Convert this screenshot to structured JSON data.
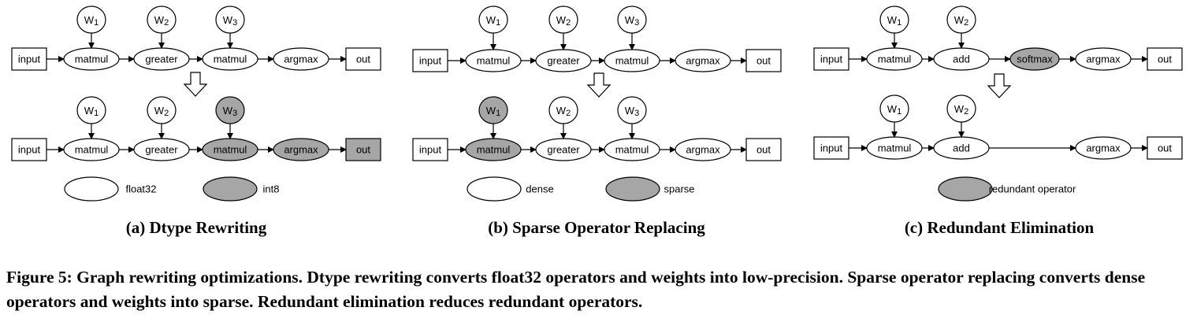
{
  "colors": {
    "white": "#ffffff",
    "gray": "#a6a6a6",
    "stroke": "#000000"
  },
  "panels": [
    {
      "caption": "(a) Dtype Rewriting",
      "top": {
        "weights": [
          "W1",
          "W2",
          "W3"
        ],
        "input": "input",
        "ops": [
          "matmul",
          "greater",
          "matmul",
          "argmax"
        ],
        "output": "out"
      },
      "bottom": {
        "weights": [
          "W1",
          "W2",
          "W3"
        ],
        "input": "input",
        "ops": [
          "matmul",
          "greater",
          "matmul",
          "argmax"
        ],
        "output": "out"
      },
      "legend": [
        "float32",
        "int8"
      ]
    },
    {
      "caption": "(b) Sparse Operator Replacing",
      "top": {
        "weights": [
          "W1",
          "W2",
          "W3"
        ],
        "input": "input",
        "ops": [
          "matmul",
          "greater",
          "matmul",
          "argmax"
        ],
        "output": "out"
      },
      "bottom": {
        "weights": [
          "W1",
          "W2",
          "W3"
        ],
        "input": "input",
        "ops": [
          "matmul",
          "greater",
          "matmul",
          "argmax"
        ],
        "output": "out"
      },
      "legend": [
        "dense",
        "sparse"
      ]
    },
    {
      "caption": "(c) Redundant Elimination",
      "top": {
        "weights": [
          "W1",
          "W2"
        ],
        "input": "input",
        "ops": [
          "matmul",
          "add",
          "softmax",
          "argmax"
        ],
        "output": "out"
      },
      "bottom": {
        "weights": [
          "W1",
          "W2"
        ],
        "input": "input",
        "ops": [
          "matmul",
          "add",
          "argmax"
        ],
        "output": "out"
      },
      "legend": [
        "redundant operator"
      ]
    }
  ],
  "figure_caption": "Figure 5: Graph rewriting optimizations. Dtype rewriting converts float32 operators and weights into low-precision. Sparse operator replacing converts dense operators and weights into sparse. Redundant elimination reduces redundant operators."
}
